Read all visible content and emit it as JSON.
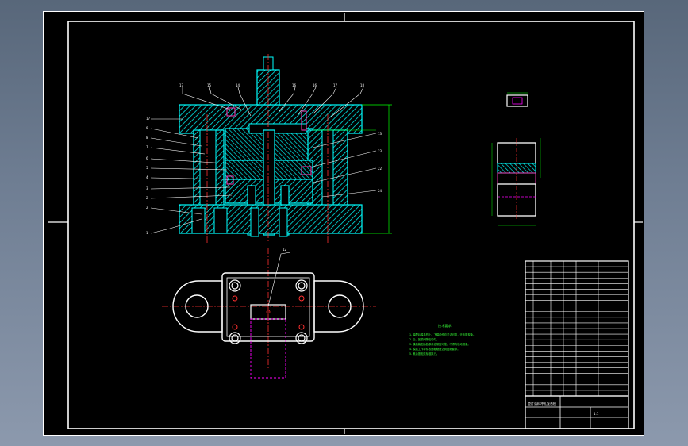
{
  "drawing": {
    "colors": {
      "background": "#000000",
      "frame": "#ffffff",
      "section": "#00ffff",
      "centerline": "#ff3030",
      "dimension": "#00ff00",
      "hidden": "#ff00ff",
      "leader": "#ffffff"
    },
    "technical_requirements": {
      "heading": "技术要求",
      "lines": [
        "1. 装配后模具的上、下模动作应灵活可靠，无卡阻现象。",
        "2. 凸、凹模间隙应均匀。",
        "3. 模具装配后各零件应紧固可靠，不得有松动现象。",
        "4. 模具工作零件表面粗糙度达到图纸要求。",
        "5. 其余按相关标准执行。"
      ]
    },
    "title_block": {
      "title": "垫片落料冲孔复合模",
      "scale": "1:1"
    }
  }
}
